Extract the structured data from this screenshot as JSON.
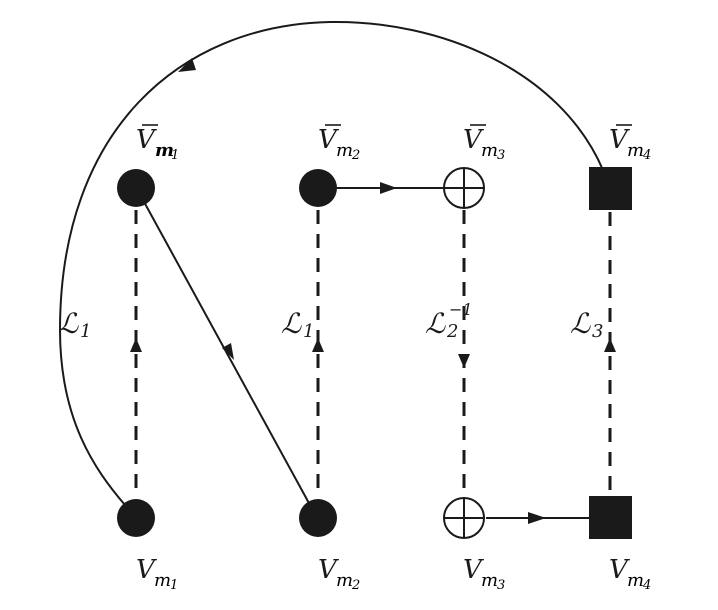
{
  "top_labels": [
    {
      "base": "V",
      "bar": true,
      "sub": "m",
      "subsub": "1"
    },
    {
      "base": "V",
      "bar": true,
      "sub": "m",
      "subsub": "2"
    },
    {
      "base": "V",
      "bar": true,
      "sub": "m",
      "subsub": "3"
    },
    {
      "base": "V",
      "bar": true,
      "sub": "m",
      "subsub": "4"
    }
  ],
  "bottom_labels": [
    {
      "base": "V",
      "bar": false,
      "sub": "m",
      "subsub": "1"
    },
    {
      "base": "V",
      "bar": false,
      "sub": "m",
      "subsub": "2"
    },
    {
      "base": "V",
      "bar": false,
      "sub": "m",
      "subsub": "3"
    },
    {
      "base": "V",
      "bar": false,
      "sub": "m",
      "subsub": "4"
    }
  ],
  "link_labels": [
    {
      "base": "ℒ",
      "sub": "1",
      "sup": ""
    },
    {
      "base": "ℒ",
      "sub": "1",
      "sup": ""
    },
    {
      "base": "ℒ",
      "sub": "2",
      "sup": "−1"
    },
    {
      "base": "ℒ",
      "sub": "3",
      "sup": ""
    }
  ],
  "node_shapes": {
    "top": [
      "filled-circle",
      "filled-circle",
      "circle-plus",
      "filled-square"
    ],
    "bottom": [
      "filled-circle",
      "filled-circle",
      "circle-plus",
      "filled-square"
    ]
  },
  "colors": {
    "ink": "#1a1a1a",
    "background": "#ffffff"
  }
}
